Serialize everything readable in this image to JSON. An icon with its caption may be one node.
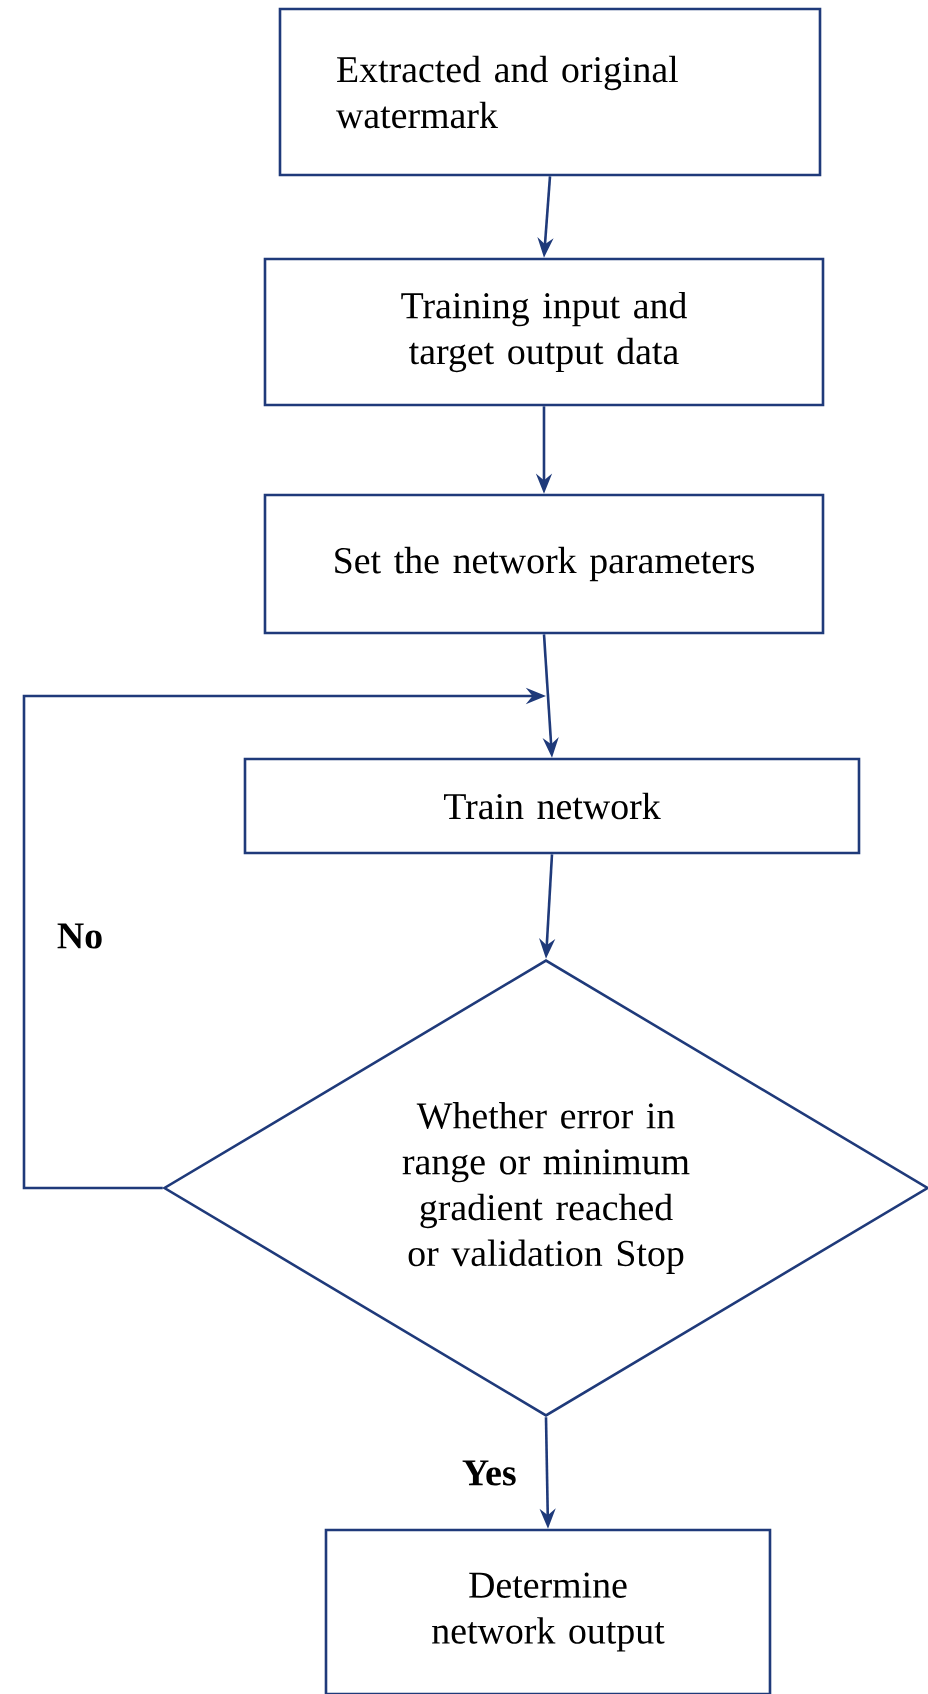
{
  "diagram": {
    "nodes": [
      {
        "text": [
          "Extracted and original watermark"
        ]
      },
      {
        "text": [
          "Training input and target output data"
        ]
      },
      {
        "text": [
          "Set the network parameters"
        ]
      },
      {
        "text": [
          "Train network"
        ]
      },
      {
        "text": [
          "Whether error in range or minimum gradient reached or validation Stop"
        ]
      },
      {
        "text": [
          "Determine network output"
        ]
      }
    ],
    "edges": [
      {
        "from": 0,
        "to": 1,
        "arrow": "to"
      },
      {
        "from": 1,
        "to": 2,
        "arrow": "to"
      },
      {
        "from": 2,
        "to": 3,
        "arrow": "to"
      },
      {
        "from": 3,
        "to": 4,
        "arrow": "to"
      },
      {
        "from": 4,
        "to": 5,
        "arrow": "to",
        "label": "Yes"
      },
      {
        "from": 4,
        "to": 3,
        "arrow": "to",
        "label": "No"
      }
    ]
  }
}
